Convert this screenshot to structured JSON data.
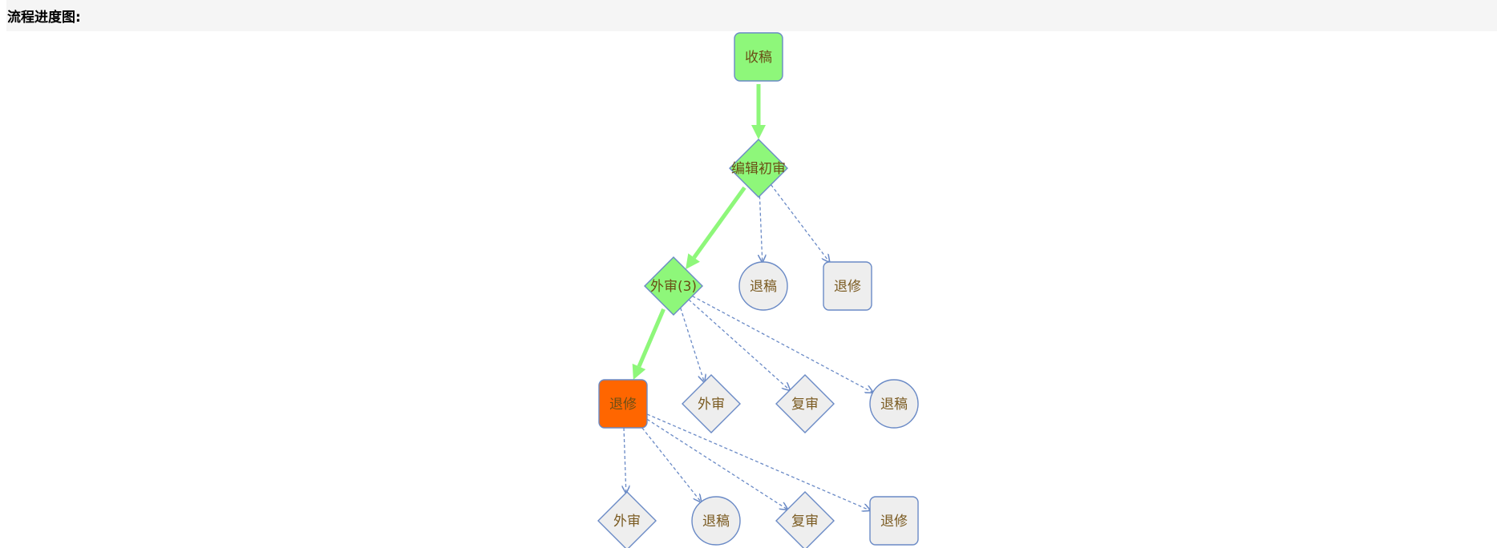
{
  "header": {
    "title": "流程进度图:"
  },
  "colors": {
    "done": "#8ef77a",
    "current": "#ff6600",
    "pending": "#eeeeee",
    "node_border": "#6a8ac6",
    "done_edge": "#8ef77a",
    "pending_edge": "#6a8ac6",
    "done_text": "#6a4f16",
    "pending_text": "#7a5a20"
  },
  "flow": {
    "nodes": [
      {
        "id": "receive",
        "label": "收稿",
        "shape": "rounded-rect",
        "status": "done"
      },
      {
        "id": "editor_review",
        "label": "编辑初审",
        "shape": "diamond",
        "status": "done"
      },
      {
        "id": "external_review",
        "label": "外审(3)",
        "shape": "diamond",
        "status": "done"
      },
      {
        "id": "reject_1",
        "label": "退稿",
        "shape": "circle",
        "status": "pending"
      },
      {
        "id": "revise_1",
        "label": "退修",
        "shape": "rounded-rect",
        "status": "pending"
      },
      {
        "id": "revise_current",
        "label": "退修",
        "shape": "rounded-rect",
        "status": "current"
      },
      {
        "id": "external_2",
        "label": "外审",
        "shape": "diamond",
        "status": "pending"
      },
      {
        "id": "recheck_1",
        "label": "复审",
        "shape": "diamond",
        "status": "pending"
      },
      {
        "id": "reject_2",
        "label": "退稿",
        "shape": "circle",
        "status": "pending"
      },
      {
        "id": "external_3",
        "label": "外审",
        "shape": "diamond",
        "status": "pending"
      },
      {
        "id": "reject_3",
        "label": "退稿",
        "shape": "circle",
        "status": "pending"
      },
      {
        "id": "recheck_2",
        "label": "复审",
        "shape": "diamond",
        "status": "pending"
      },
      {
        "id": "revise_2",
        "label": "退修",
        "shape": "rounded-rect",
        "status": "pending"
      }
    ],
    "edges": [
      {
        "from": "receive",
        "to": "editor_review",
        "status": "done"
      },
      {
        "from": "editor_review",
        "to": "external_review",
        "status": "done"
      },
      {
        "from": "editor_review",
        "to": "reject_1",
        "status": "pending"
      },
      {
        "from": "editor_review",
        "to": "revise_1",
        "status": "pending"
      },
      {
        "from": "external_review",
        "to": "revise_current",
        "status": "done"
      },
      {
        "from": "external_review",
        "to": "external_2",
        "status": "pending"
      },
      {
        "from": "external_review",
        "to": "recheck_1",
        "status": "pending"
      },
      {
        "from": "external_review",
        "to": "reject_2",
        "status": "pending"
      },
      {
        "from": "revise_current",
        "to": "external_3",
        "status": "pending"
      },
      {
        "from": "revise_current",
        "to": "reject_3",
        "status": "pending"
      },
      {
        "from": "revise_current",
        "to": "recheck_2",
        "status": "pending"
      },
      {
        "from": "revise_current",
        "to": "revise_2",
        "status": "pending"
      }
    ]
  }
}
